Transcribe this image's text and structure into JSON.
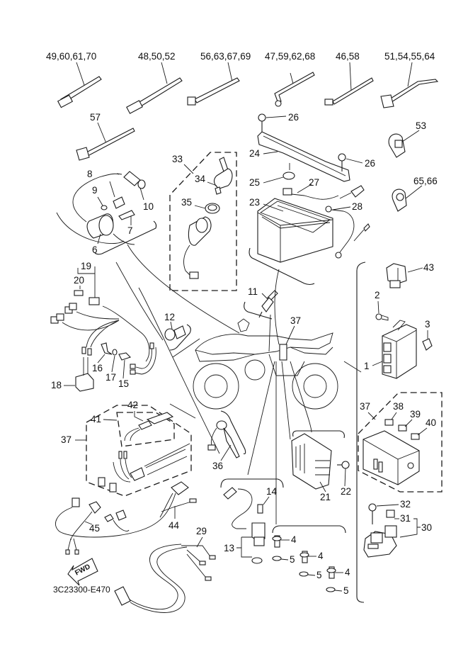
{
  "diagram": {
    "title": "Electrical parts exploded view",
    "drawing_code": "3C23300-E470",
    "direction_marker": "FWD",
    "callouts": {
      "c49_60_61_70": "49,60,61,70",
      "c48_50_52": "48,50,52",
      "c56_63_67_69": "56,63,67,69",
      "c47_59_62_68": "47,59,62,68",
      "c46_58": "46,58",
      "c51_54_55_64": "51,54,55,64",
      "c57": "57",
      "c26a": "26",
      "c26b": "26",
      "c24": "24",
      "c25": "25",
      "c27": "27",
      "c23": "23",
      "c28": "28",
      "c53": "53",
      "c65_66": "65,66",
      "c33": "33",
      "c34": "34",
      "c35": "35",
      "c8": "8",
      "c9": "9",
      "c10": "10",
      "c7": "7",
      "c6": "6",
      "c19": "19",
      "c20": "20",
      "c43": "43",
      "c2": "2",
      "c3": "3",
      "c1": "1",
      "c11": "11",
      "c12": "12",
      "c37a": "37",
      "c16": "16",
      "c17": "17",
      "c15": "15",
      "c18": "18",
      "c37b": "37",
      "c38": "38",
      "c39": "39",
      "c40": "40",
      "c41": "41",
      "c42": "42",
      "c37c": "37",
      "c36": "36",
      "c21": "21",
      "c22": "22",
      "c14": "14",
      "c13": "13",
      "c4a": "4",
      "c5a": "5",
      "c4b": "4",
      "c5b": "5",
      "c4c": "4",
      "c5c": "5",
      "c32": "32",
      "c31": "31",
      "c30": "30",
      "c44": "44",
      "c45": "45",
      "c29": "29"
    }
  }
}
